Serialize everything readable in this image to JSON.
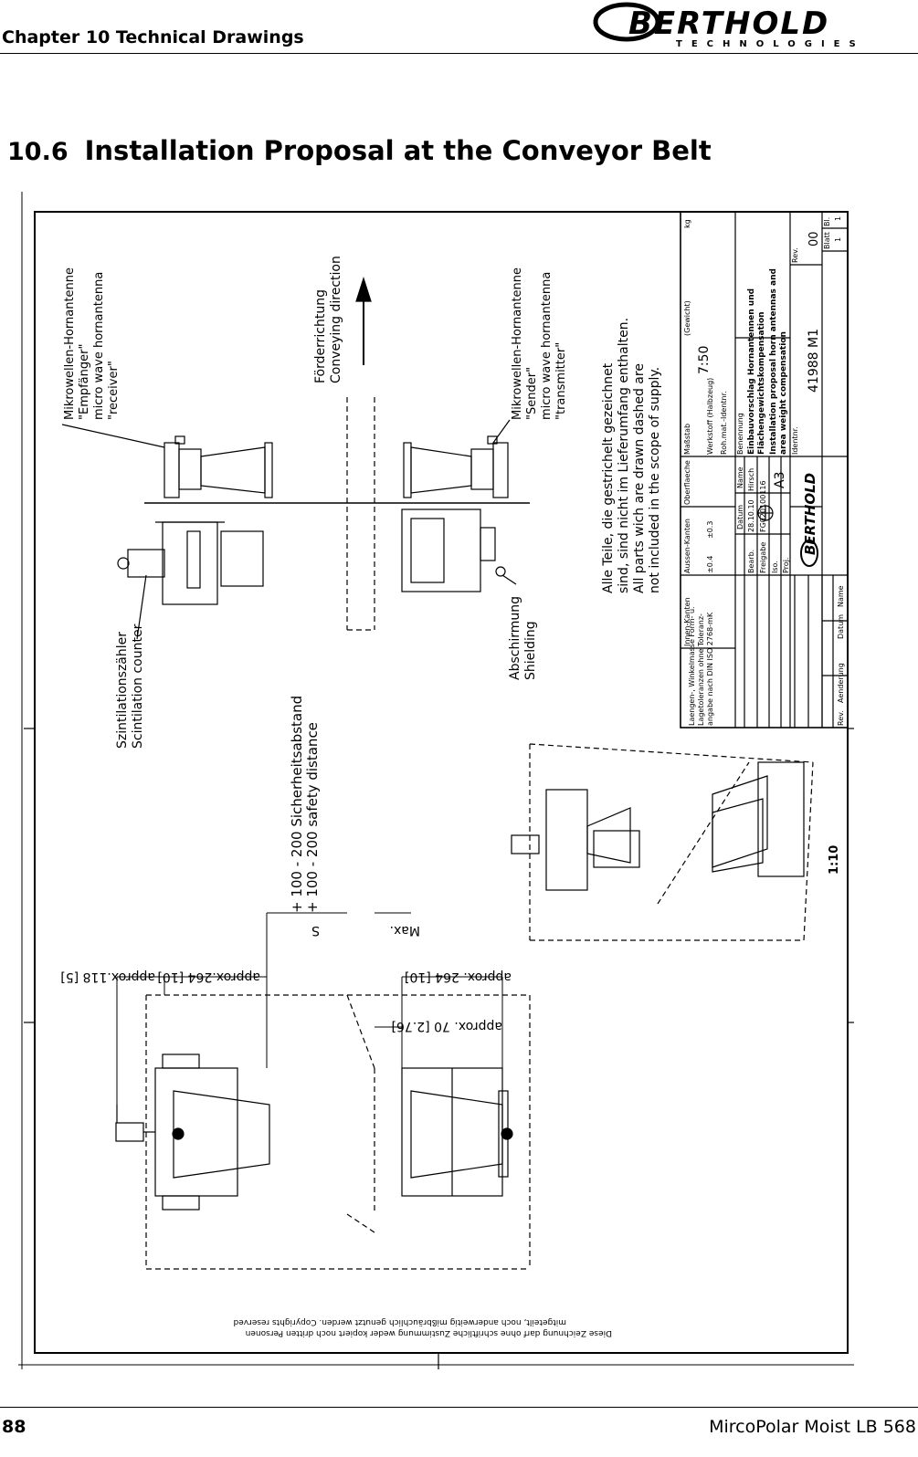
{
  "header": {
    "chapter": "Chapter 10 Technical Drawings",
    "logo_text": "BERTHOLD",
    "logo_subtext": "TECHNOLOGIES"
  },
  "section": {
    "number": "10.6",
    "title": "Installation Proposal at the Conveyor Belt"
  },
  "drawing": {
    "receiver_label": [
      "Mikrowellen-Hornantenne",
      "\"Empfänger\"",
      "micro wave hornantenna",
      "\"receiver\""
    ],
    "direction_label": [
      "Förderrichtung",
      "Conveying direction"
    ],
    "sender_label": [
      "Mikrowellen-Hornantenne",
      "\"Sender\"",
      "micro wave hornantenna",
      "\"transmitter\""
    ],
    "note": [
      "Alle Teile, die gestrichelt gezeichnet",
      "sind, sind nicht im Lieferumfang enthalten.",
      "All parts wich are drawn dashed are",
      "not included in the scope of supply."
    ],
    "scint_label": [
      "Szintilationszähler",
      "Scintilation counter"
    ],
    "shield_label": [
      "Abschirmung",
      "Shielding"
    ],
    "safety_label": [
      "+ 100 - 200 Sicherheitsabstand",
      "+ 100 - 200 safety distance"
    ],
    "dim_1": "approx.118 [5]",
    "dim_2": "approx.264 [10]",
    "dim_3": "approx. 264 [10]",
    "dim_4": "approx. 70 [2.76]",
    "dim_s": "S",
    "dim_max": "Max.",
    "scale_view": "1:10",
    "copyright": [
      "Diese Zeichnung darf ohne schriftliche Zustimmung weder kopiert noch dritten Personen",
      "mitgeteilt, noch anderweitig mißbräuchlich genutzt werden. Copyrights reserved"
    ],
    "title_block": {
      "tolerance": [
        "Laengen-, Winkelmasse Form- u.",
        "Lagetoleranzen ohne Toleranz-",
        "angabe nach DIN ISO 2768-mK"
      ],
      "innen": "Innen-Kanten",
      "aussen": "Aussen-Kanten",
      "oberflaeche": "Oberflaeche",
      "massstab_label": "Maßstab",
      "massstab": "7:50",
      "gewicht": "(Gewicht)",
      "kg": "kg",
      "werkstoff": "Werkstoff (Halbzeug)",
      "rohmat": "Roh.mat.-Identnr.",
      "benennung": "Benennung",
      "title_de_1": "Einbauvorschlag Hornantennen und",
      "title_de_2": "Flächengewichtskompensation",
      "title_en_1": "Installation proposal horn antennas and",
      "title_en_2": "area weight compensation",
      "datum": "Datum",
      "name": "Name",
      "bearb": "Bearb.",
      "bearb_date": "28.10.10",
      "bearb_name": "Hirsch",
      "freigabe": "Freigabe",
      "freigabe_val": "FG020100116",
      "iso": "Iso.",
      "proj": "Proj.",
      "format": "A3",
      "identnr": "Identnr.",
      "identnr_val": "41988 M1",
      "rev_label": "Rev.",
      "rev": "00",
      "blatt": "Blatt",
      "blatt_val": "1",
      "bl": "Bl.",
      "bl_val": "1",
      "rev_col": "Rev.",
      "aenderung": "Aenderung",
      "datum2": "Datum",
      "name2": "Name",
      "tol_a": "±0.4",
      "tol_b": "±0.3"
    }
  },
  "footer": {
    "page": "88",
    "doc": "MircoPolar Moist LB 568"
  }
}
